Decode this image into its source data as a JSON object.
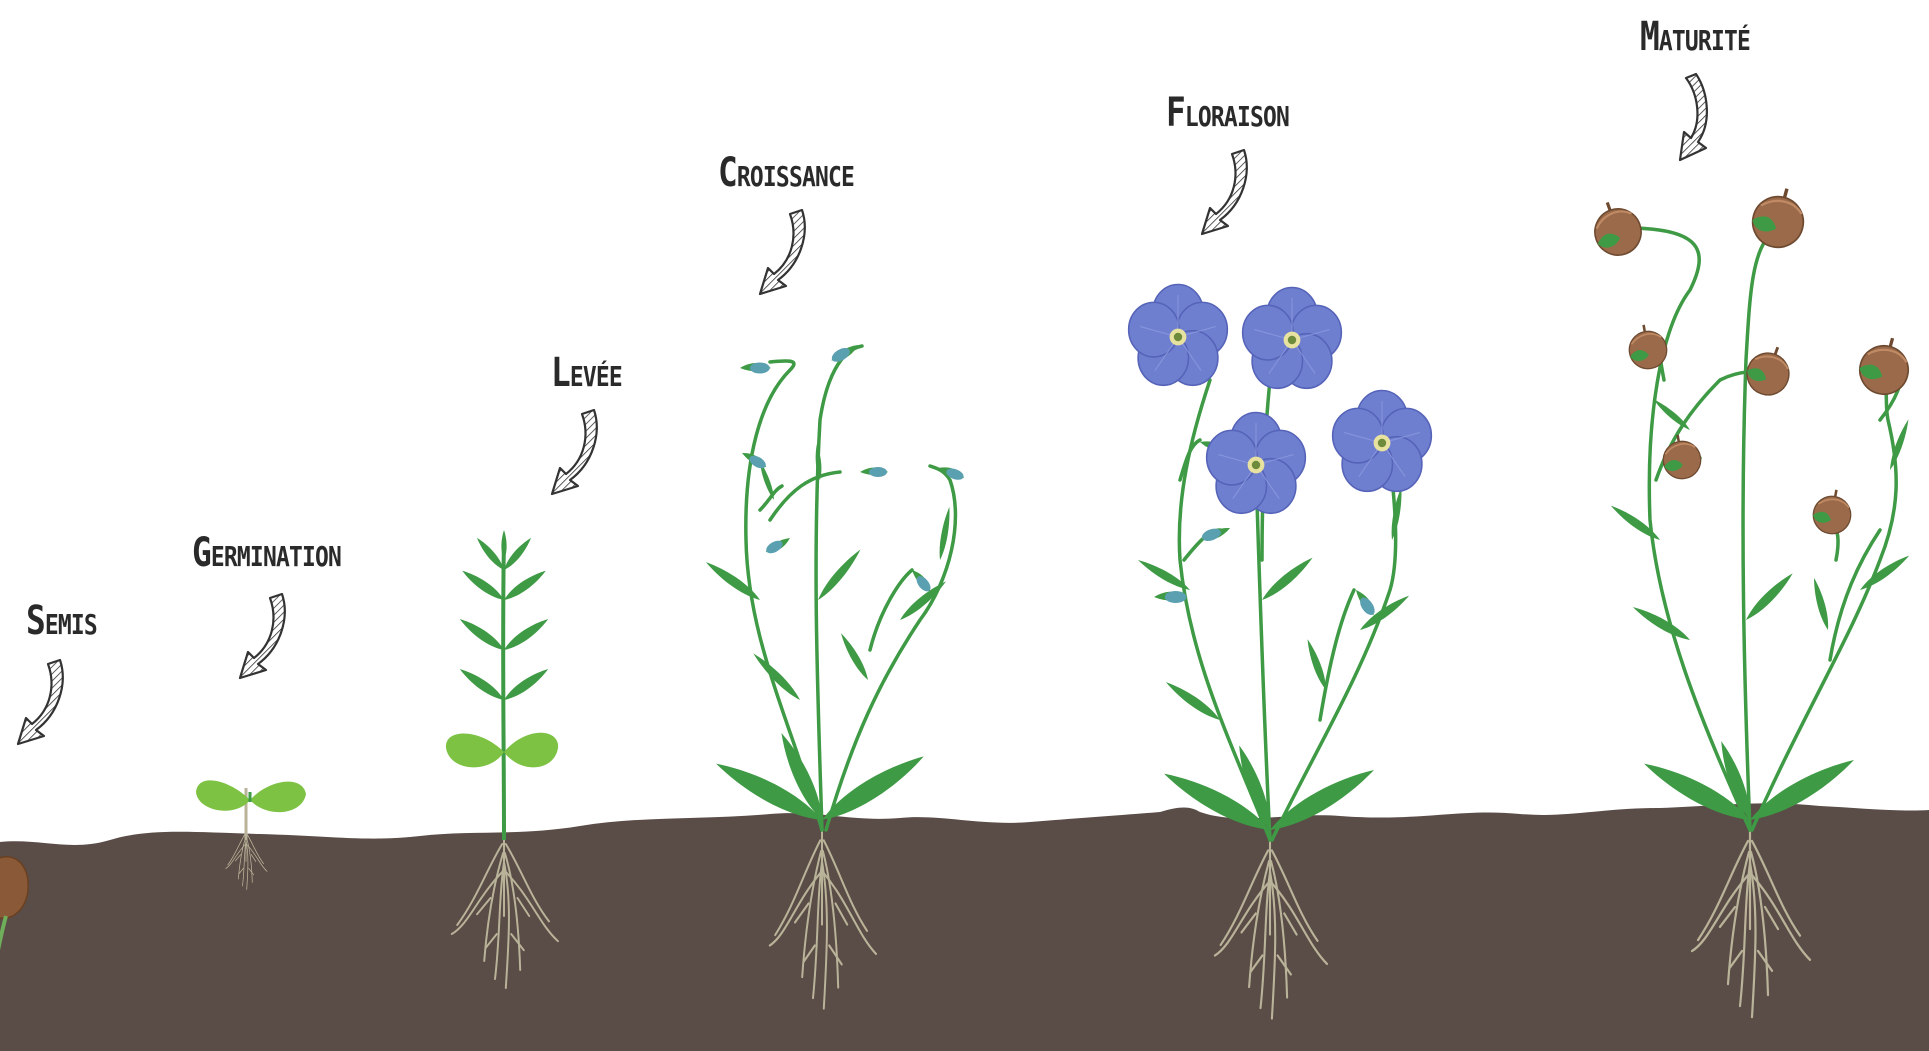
{
  "stages": [
    {
      "label": "Semis"
    },
    {
      "label": "Germination"
    },
    {
      "label": "Levée"
    },
    {
      "label": "Croissance"
    },
    {
      "label": "Floraison"
    },
    {
      "label": "Maturité"
    }
  ],
  "colors": {
    "soil": "#5a4c46",
    "stem": "#3e9a44",
    "leaf": "#3e9a44",
    "cotyledon": "#7dc242",
    "bud": "#5aa0b0",
    "flower": "#6f7fd0",
    "capsule": "#9a6a4a",
    "root": "#b9b399",
    "seed": "#8a5a38"
  }
}
